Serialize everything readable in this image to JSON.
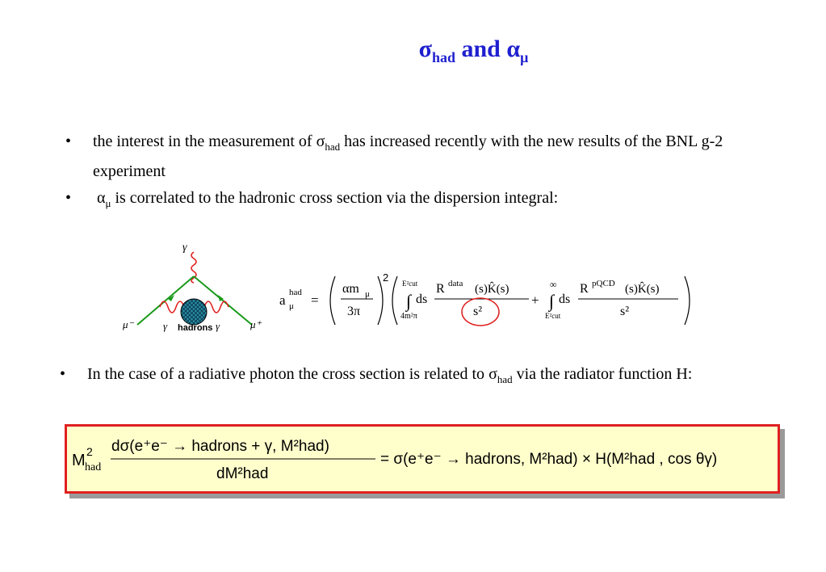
{
  "title": {
    "sigma": "σ",
    "had": "had",
    "and": "and",
    "alpha": "α",
    "mu": "μ"
  },
  "bullets": [
    {
      "dot": "•",
      "pre": "the interest in the measurement of ",
      "sym": "σ",
      "sub": "had",
      "post": " has increased recently with the new results of the BNL g-2 experiment"
    },
    {
      "dot": "•",
      "sym": "α",
      "sub": "μ",
      "post": " is correlated to the hadronic cross section via the dispersion integral:"
    },
    {
      "dot": "•",
      "pre": "In the case of a radiative photon the cross section is related to ",
      "sym": "σ",
      "sub": "had",
      "post": " via the radiator function H:"
    }
  ],
  "diagram": {
    "gamma_top": "γ",
    "gamma_left": "γ",
    "gamma_right": "γ",
    "mu_minus": "μ⁻",
    "mu_plus": "μ⁺",
    "blob_label": "hadrons"
  },
  "dispersion": {
    "a": "a",
    "a_sup": "had",
    "a_sub": "μ",
    "eq": "=",
    "frac_num": "αm",
    "frac_num_sub": "μ",
    "frac_den": "3π",
    "sq": "2",
    "int1_upper": "E²cut",
    "int1_lower": "4m²π",
    "ds": "ds",
    "R1": "R",
    "R1_sup": "data",
    "K1": "(s)K̂(s)",
    "s2": "s²",
    "plus": "+",
    "int2_upper": "∞",
    "int2_lower": "E²cut",
    "R2": "R",
    "R2_sup": "pQCD",
    "K2": "(s)K̂(s)",
    "s2b": "s²"
  },
  "radiator": {
    "M": "M",
    "M_sup": "2",
    "M_sub": "had",
    "num": "dσ(e⁺e⁻ → hadrons + γ, M²had)",
    "den": "dM²had",
    "rhs": "= σ(e⁺e⁻ → hadrons, M²had) × H(M²had , cos θγ)"
  }
}
